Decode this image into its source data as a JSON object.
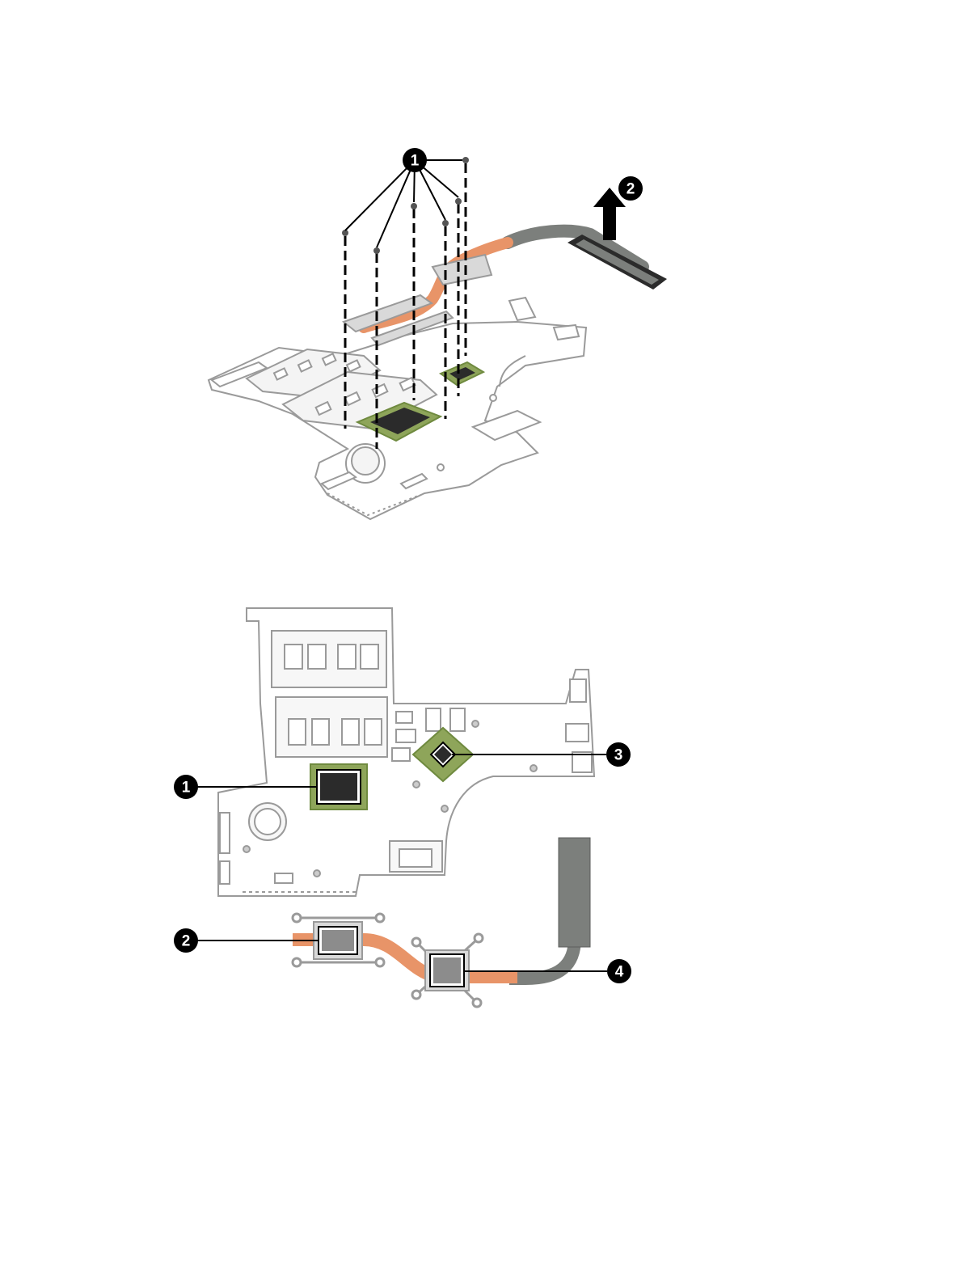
{
  "figures": [
    {
      "id": "heat-sink-removal",
      "callouts": [
        {
          "label": "1"
        },
        {
          "label": "2"
        }
      ]
    },
    {
      "id": "thermal-pad-locations",
      "callouts": [
        {
          "label": "1"
        },
        {
          "label": "2"
        },
        {
          "label": "3"
        },
        {
          "label": "4"
        }
      ]
    }
  ],
  "colors": {
    "outline": "#9a9a9a",
    "board_fill": "#ffffff",
    "copper": "#e89468",
    "gray_pipe": "#7c7f7c",
    "chip_green": "#8ea55a",
    "chip_dark": "#2b2b2b",
    "callout": "#000000"
  }
}
